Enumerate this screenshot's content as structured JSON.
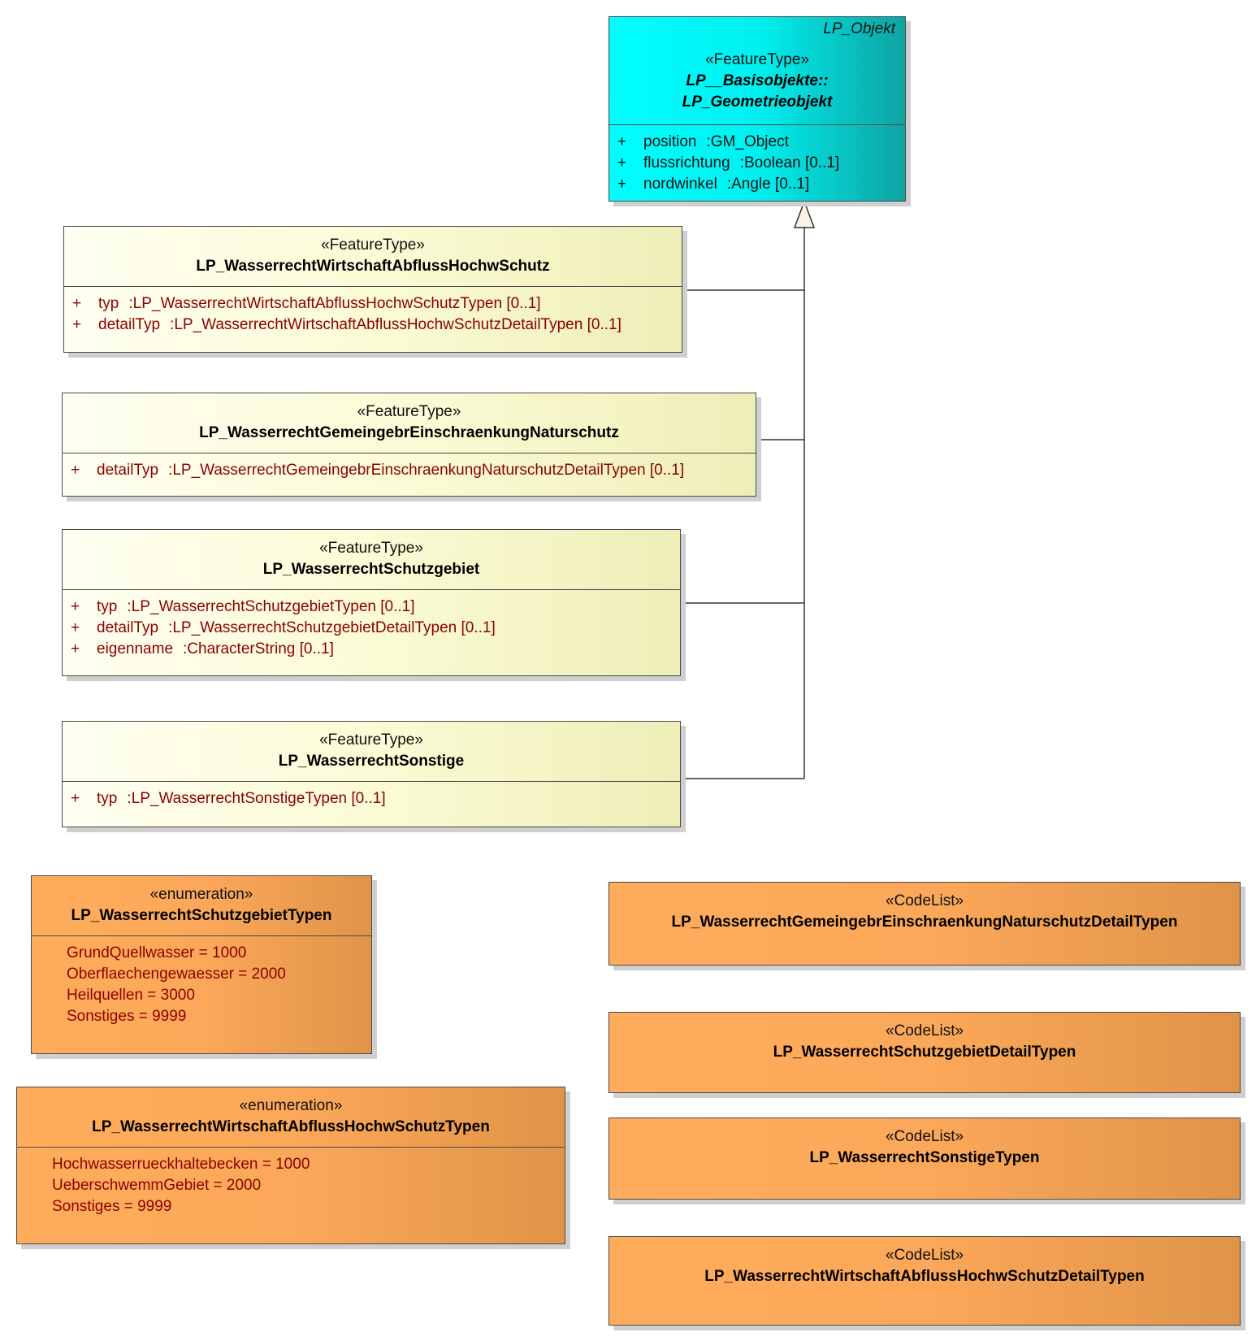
{
  "parent": {
    "abstract_name": "LP_Objekt",
    "stereotype": "«FeatureType»",
    "name_line1": "LP__Basisobjekte::",
    "name_line2": "LP_Geometrieobjekt",
    "attributes": [
      {
        "vis": "+",
        "name": "position",
        "type": ":GM_Object"
      },
      {
        "vis": "+",
        "name": "flussrichtung",
        "type": ":Boolean [0..1]"
      },
      {
        "vis": "+",
        "name": "nordwinkel",
        "type": ":Angle [0..1]"
      }
    ]
  },
  "features": [
    {
      "stereotype": "«FeatureType»",
      "name": "LP_WasserrechtWirtschaftAbflussHochwSchutz",
      "attributes": [
        {
          "vis": "+",
          "name": "typ",
          "type": ":LP_WasserrechtWirtschaftAbflussHochwSchutzTypen [0..1]"
        },
        {
          "vis": "+",
          "name": "detailTyp",
          "type": ":LP_WasserrechtWirtschaftAbflussHochwSchutzDetailTypen [0..1]"
        }
      ]
    },
    {
      "stereotype": "«FeatureType»",
      "name": "LP_WasserrechtGemeingebrEinschraenkungNaturschutz",
      "attributes": [
        {
          "vis": "+",
          "name": "detailTyp",
          "type": ":LP_WasserrechtGemeingebrEinschraenkungNaturschutzDetailTypen [0..1]"
        }
      ]
    },
    {
      "stereotype": "«FeatureType»",
      "name": "LP_WasserrechtSchutzgebiet",
      "attributes": [
        {
          "vis": "+",
          "name": "typ",
          "type": ":LP_WasserrechtSchutzgebietTypen [0..1]"
        },
        {
          "vis": "+",
          "name": "detailTyp",
          "type": ":LP_WasserrechtSchutzgebietDetailTypen [0..1]"
        },
        {
          "vis": "+",
          "name": "eigenname",
          "type": ":CharacterString [0..1]"
        }
      ]
    },
    {
      "stereotype": "«FeatureType»",
      "name": "LP_WasserrechtSonstige",
      "attributes": [
        {
          "vis": "+",
          "name": "typ",
          "type": ":LP_WasserrechtSonstigeTypen [0..1]"
        }
      ]
    }
  ],
  "enumerations": [
    {
      "stereotype": "«enumeration»",
      "name": "LP_WasserrechtSchutzgebietTypen",
      "literals": [
        "GrundQuellwasser = 1000",
        "Oberflaechengewaesser = 2000",
        "Heilquellen = 3000",
        "Sonstiges = 9999"
      ]
    },
    {
      "stereotype": "«enumeration»",
      "name": "LP_WasserrechtWirtschaftAbflussHochwSchutzTypen",
      "literals": [
        "Hochwasserrueckhaltebecken = 1000",
        "UeberschwemmGebiet = 2000",
        "Sonstiges = 9999"
      ]
    }
  ],
  "codelists": [
    {
      "stereotype": "«CodeList»",
      "name": "LP_WasserrechtGemeingebrEinschraenkungNaturschutzDetailTypen"
    },
    {
      "stereotype": "«CodeList»",
      "name": "LP_WasserrechtSchutzgebietDetailTypen"
    },
    {
      "stereotype": "«CodeList»",
      "name": "LP_WasserrechtSonstigeTypen"
    },
    {
      "stereotype": "«CodeList»",
      "name": "LP_WasserrechtWirtschaftAbflussHochwSchutzDetailTypen"
    }
  ]
}
